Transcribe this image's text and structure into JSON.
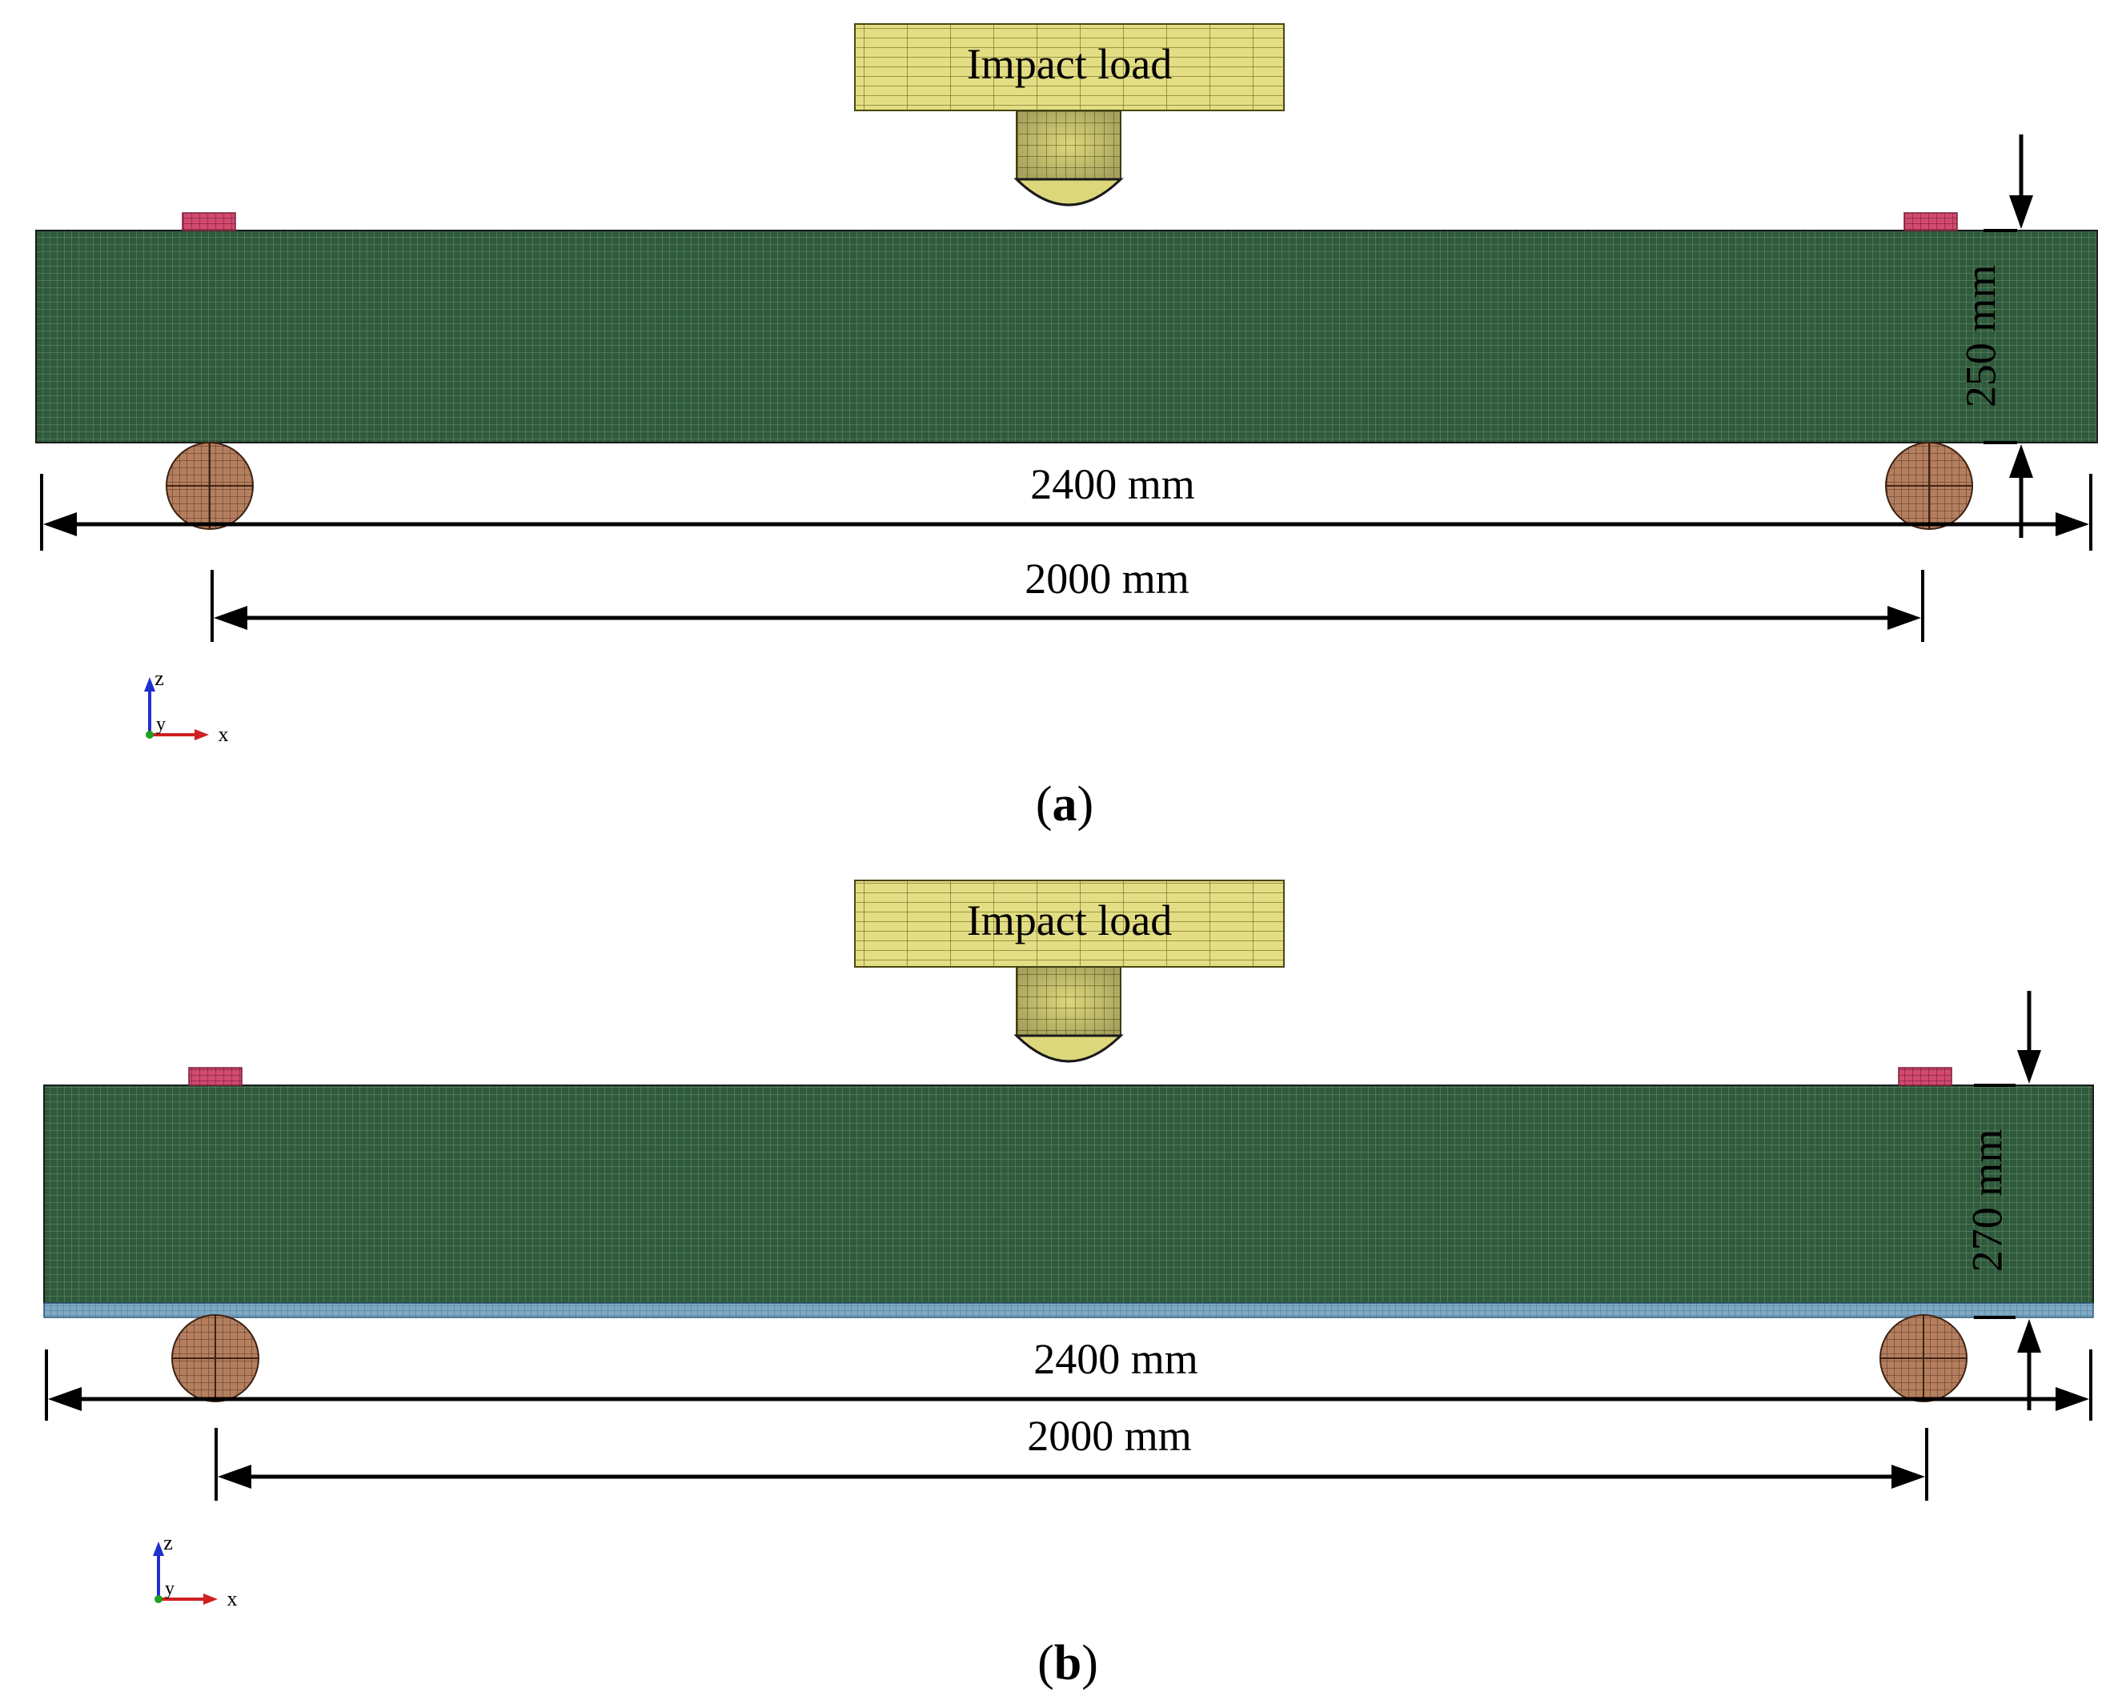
{
  "figure": {
    "panels": [
      {
        "id": "a",
        "caption_open": "(",
        "caption_letter": "a",
        "caption_close": ")",
        "impact_label": "Impact load",
        "height_label": "250 mm",
        "span_total_label": "2400 mm",
        "span_support_label": "2000 mm",
        "axis_z": "z",
        "axis_y": "y",
        "axis_x": "x",
        "has_bottom_layer": false
      },
      {
        "id": "b",
        "caption_open": "(",
        "caption_letter": "b",
        "caption_close": ")",
        "impact_label": "Impact load",
        "height_label": "270 mm",
        "span_total_label": "2400 mm",
        "span_support_label": "2000 mm",
        "axis_z": "z",
        "axis_y": "y",
        "axis_x": "x",
        "has_bottom_layer": true
      }
    ]
  },
  "colors": {
    "beam_fill": "#2f5a3c",
    "beam_mesh": "#9fbf9f",
    "impactor_fill": "#e3dd84",
    "impactor_mesh": "#6e6a22",
    "support_fill": "#b47f5f",
    "support_mesh": "#5a3320",
    "pad_fill": "#d24a6e",
    "pad_mesh": "#7a1f3a",
    "bottom_layer_fill": "#7fa9c4",
    "axis_z_color": "#1f2fd0",
    "axis_x_color": "#d02020",
    "axis_y_color": "#20a020"
  },
  "icons": {
    "coordinate_triad": "axis-triad-icon",
    "dimension_arrow": "arrowhead-icon"
  }
}
